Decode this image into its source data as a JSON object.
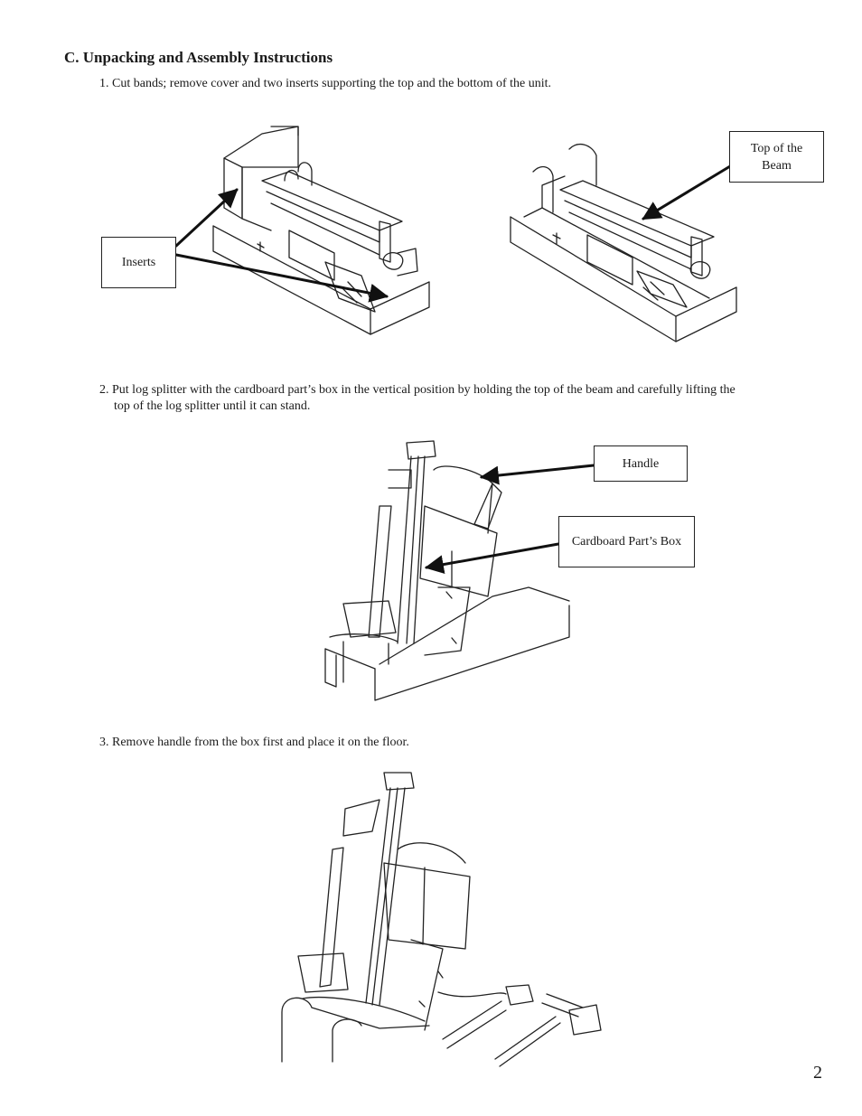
{
  "heading": "C. Unpacking and Assembly Instructions",
  "steps": [
    {
      "line1": "1. Cut bands; remove cover and two inserts supporting the top and the bottom of the unit.",
      "line2": ""
    },
    {
      "line1": "2. Put log splitter with the cardboard part’s box in the vertical position by holding the top of the beam and carefully lifting the",
      "line2": "top of the log splitter until it can stand."
    },
    {
      "line1": "3. Remove handle from the box first and place it on the floor.",
      "line2": ""
    }
  ],
  "callouts": {
    "inserts": "Inserts",
    "top_beam_line1": "Top of the",
    "top_beam_line2": "Beam",
    "handle": "Handle",
    "cardboard_box": "Cardboard Part’s Box"
  },
  "page_number": "2"
}
